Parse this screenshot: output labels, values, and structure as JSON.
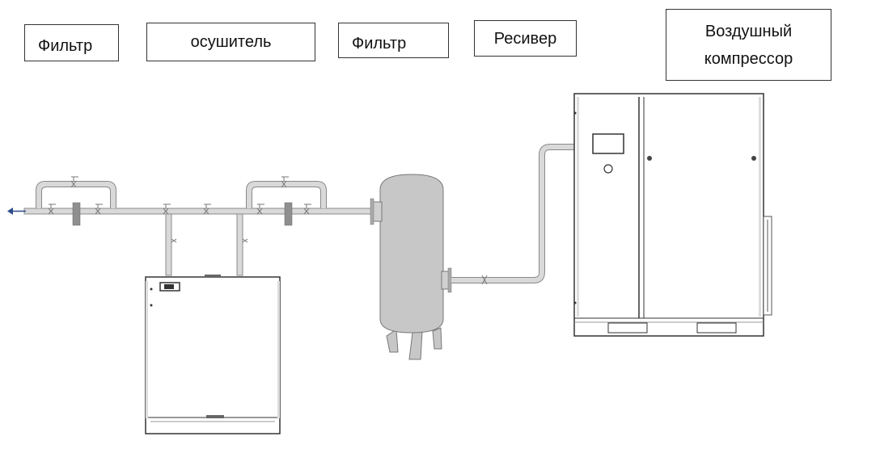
{
  "labels": {
    "filter_1": "Фильтр",
    "dryer": "осушитель",
    "filter_2": "Фильтр",
    "receiver": "Ресивер",
    "compressor_line1": "Воздушный",
    "compressor_line2": "компрессор"
  },
  "colors": {
    "pipe": "#d9d9d9",
    "pipe_outline": "#8a8a8a",
    "tank": "#c7c7c7",
    "filter_element": "#8f8f8f",
    "outlet_arrow": "#2b4a8a"
  },
  "icons": {
    "outlet_arrow": "arrow-left-icon"
  }
}
